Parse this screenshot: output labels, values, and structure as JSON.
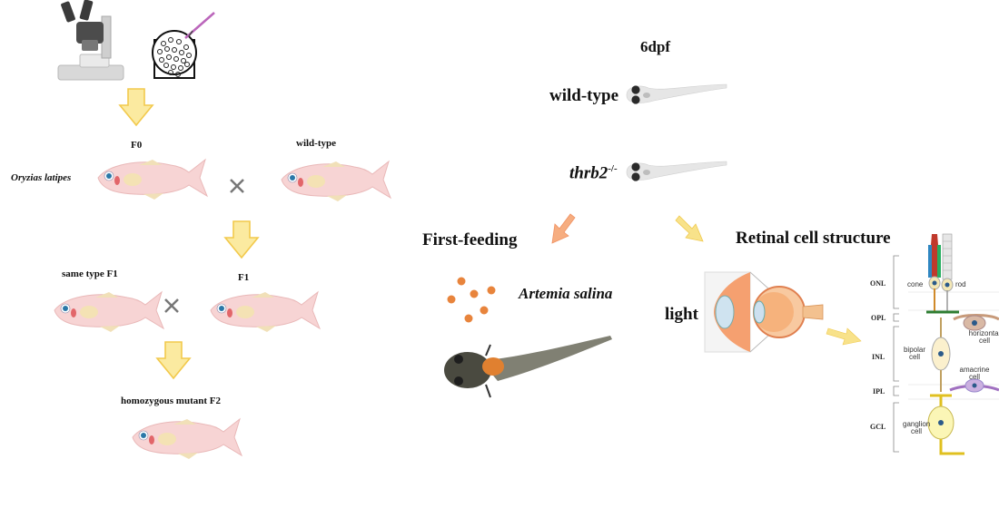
{
  "labels": {
    "f0": "F0",
    "wild_type_top": "wild-type",
    "oryzias": "Oryzias latipes",
    "same_type_f1": "same type F1",
    "f1": "F1",
    "homozygous_f2": "homozygous mutant F2",
    "dpf": "6dpf",
    "wild_type_larva": "wild-type",
    "thrb2": "thrb2",
    "thrb2_sup": "-/-",
    "first_feeding": "First-feeding",
    "artemia": "Artemia salina",
    "retinal": "Retinal cell structure",
    "light": "light"
  },
  "retina": {
    "layers": [
      "ONL",
      "OPL",
      "INL",
      "IPL",
      "GCL"
    ],
    "cells": {
      "cone": "cone",
      "rod": "rod",
      "horizontal": "horizontal cell",
      "bipolar": "bipolar cell",
      "amacrine": "amacrine cell",
      "ganglion": "ganglion cell"
    }
  },
  "colors": {
    "arrow_yellow": "#f7e27a",
    "arrow_orange": "#f4a470",
    "fish_body": "#f6d3d3",
    "artemia": "#e8843c"
  }
}
